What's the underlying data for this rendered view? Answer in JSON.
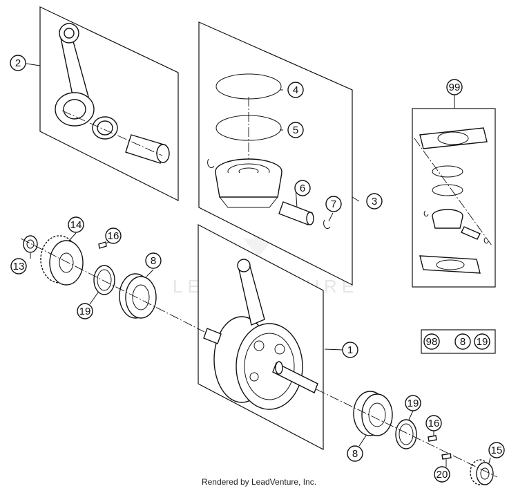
{
  "watermark": "LEADVENTURE",
  "footer": "Rendered by LeadVenture, Inc.",
  "callouts": {
    "c1": "1",
    "c2": "2",
    "c3": "3",
    "c4": "4",
    "c5": "5",
    "c6": "6",
    "c7": "7",
    "c8a": "8",
    "c8b": "8",
    "c13": "13",
    "c14": "14",
    "c15": "15",
    "c16a": "16",
    "c16b": "16",
    "c19a": "19",
    "c19b": "19",
    "c20": "20",
    "c99": "99"
  },
  "kit_98": {
    "label": "98",
    "items": [
      "8",
      "19"
    ]
  }
}
